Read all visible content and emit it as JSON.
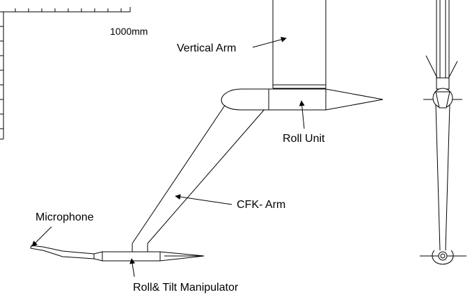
{
  "scale_bar": {
    "label": "1000mm"
  },
  "labels": {
    "vertical_arm": "Vertical Arm",
    "roll_unit": "Roll Unit",
    "cfk_arm": "CFK- Arm",
    "microphone": "Microphone",
    "roll_tilt_manipulator": "Roll& Tilt Manipulator"
  }
}
